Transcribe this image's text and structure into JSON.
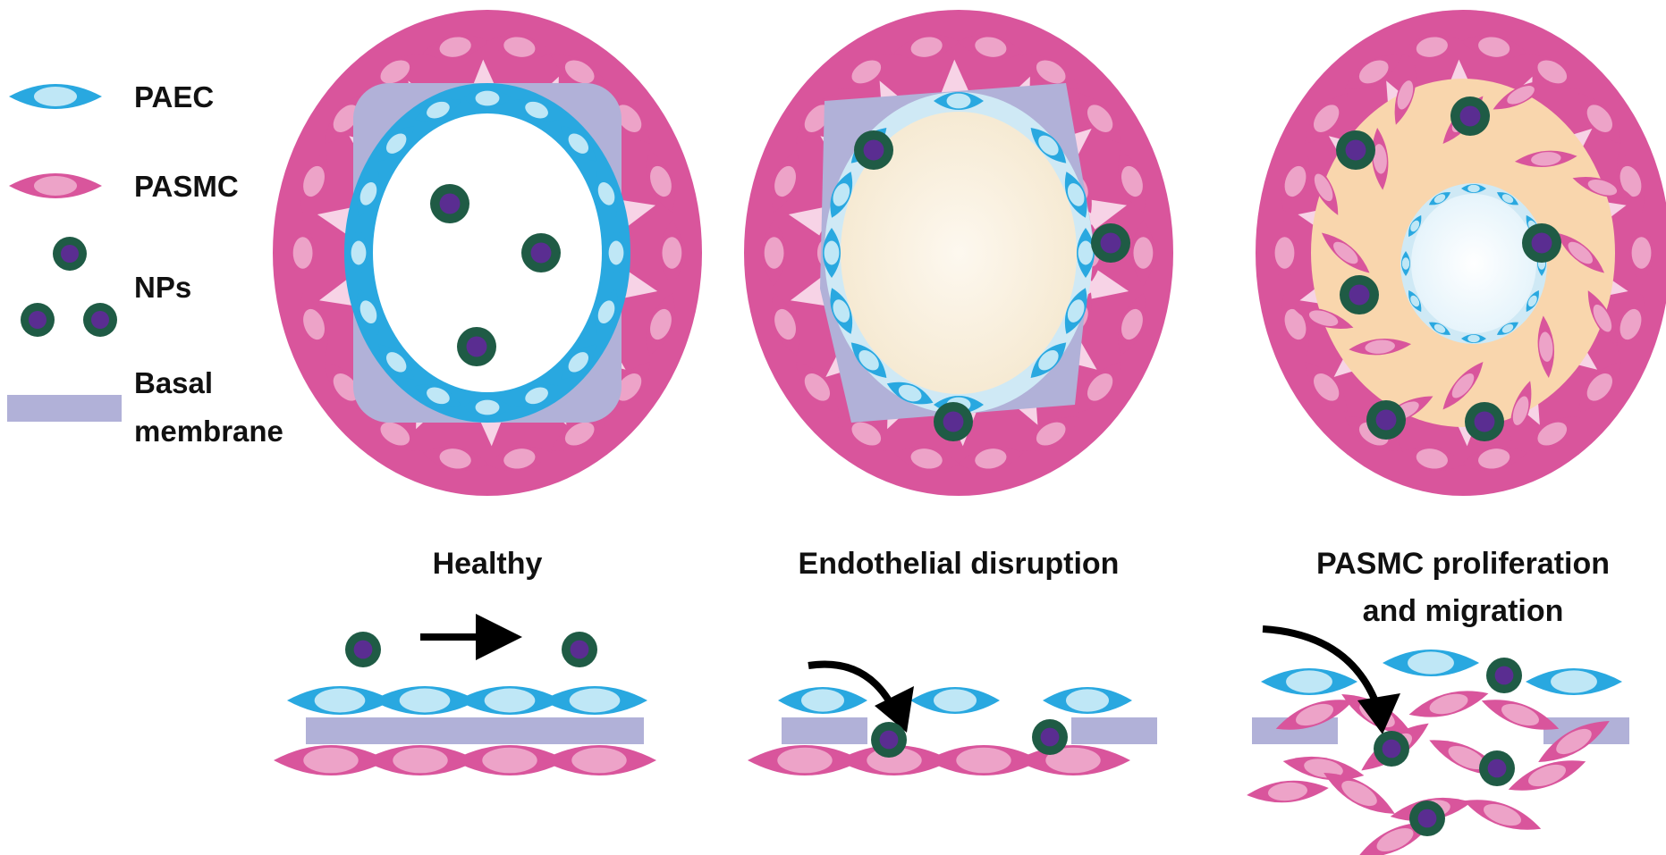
{
  "legend": {
    "paec": "PAEC",
    "pasmc": "PASMC",
    "nps": "NPs",
    "basal_line1": "Basal",
    "basal_line2": "membrane"
  },
  "panels": {
    "healthy": {
      "label": "Healthy"
    },
    "disruption": {
      "label": "Endothelial disruption"
    },
    "proliferation": {
      "label_line1": "PASMC proliferation",
      "label_line2": "and migration"
    }
  },
  "colors": {
    "pasmc_outer": "#d9559c",
    "pasmc_inner": "#eda3c8",
    "pasmc_light": "#f7d3e6",
    "paec_outer": "#29a8e0",
    "paec_inner": "#bfe7f6",
    "np_outer": "#1f5b45",
    "np_inner": "#5a2d91",
    "basal": "#b1b1d8",
    "lumen_cream": "#fbf4e6",
    "neointima": "#f9d6ad",
    "arrow": "#000000"
  },
  "icons": {
    "paec": "spindle-cell-blue",
    "pasmc": "spindle-cell-pink",
    "np": "nanoparticle-dot",
    "arrow": "black-arrow"
  }
}
